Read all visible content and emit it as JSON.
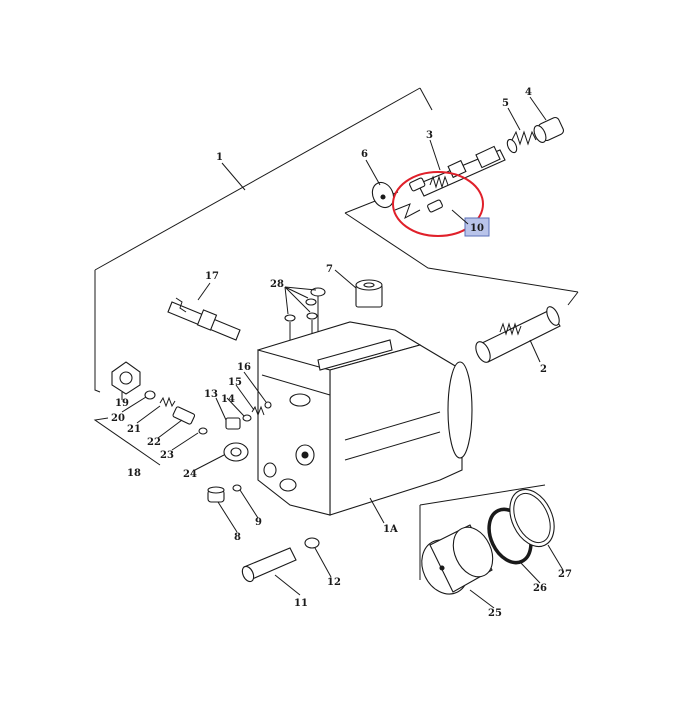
{
  "diagram": {
    "callouts": [
      "1",
      "1A",
      "2",
      "3",
      "4",
      "5",
      "6",
      "7",
      "8",
      "9",
      "10",
      "11",
      "12",
      "13",
      "14",
      "15",
      "16",
      "17",
      "18",
      "19",
      "20",
      "21",
      "22",
      "23",
      "24",
      "25",
      "26",
      "27",
      "28"
    ],
    "highlight": {
      "label": "10",
      "box_color": "#b9c4ea",
      "circle_color": "#e0202a"
    }
  }
}
